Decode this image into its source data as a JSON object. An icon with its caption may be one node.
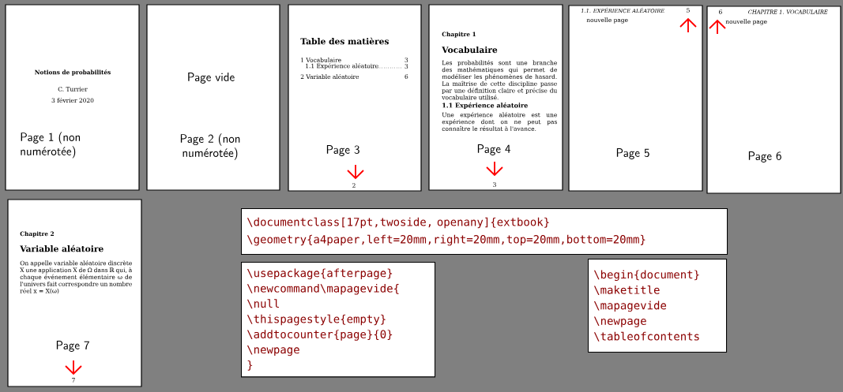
{
  "diagram": {
    "nodes": [
      {
        "text": [
          "Notions de probabilités",
          "C. Turrier",
          "3 février 2020",
          "Page 1 (non numérotée)"
        ]
      },
      {
        "text": [
          "Page vide",
          "Page 2 (non numérotée)"
        ]
      },
      {
        "text": [
          "Table des matières",
          "1 Vocabulaire",
          "3",
          "1.1 Expérience aléatoire",
          "3",
          "2 Variable aléatoire",
          "6",
          "Page 3",
          "2"
        ]
      },
      {
        "text": [
          "Chapitre 1",
          "Vocabulaire",
          "Les probabilités sont une branche des mathématiques qui permet de modéliser les phénomènes de hasard. La maîtrise de cette discipline passe par une définition claire et précise du vocabulaire utilisé.",
          "1.1 Expérience aléatoire",
          "Une expérience aléatoire est une expérience dont on ne peut pas connaître le résultat à l'avance.",
          "Page 4",
          "3"
        ]
      },
      {
        "text": [
          "1.1. EXPÉRIENCE ALÉATOIRE",
          "5",
          "nouvelle page",
          "Page 5"
        ]
      },
      {
        "text": [
          "6",
          "CHAPITRE 1. VOCABULAIRE",
          "nouvelle page",
          "Page 6"
        ]
      },
      {
        "text": [
          "Chapitre 2",
          "Variable aléatoire",
          "On appelle variable aléatoire discrète X une application X de Ω dans ℝ qui, à chaque événement élémentaire ω de l'univers fait correspondre un nombre réel x = X(ω)",
          "Page 7",
          "7"
        ]
      },
      {
        "text": [
          "\\documentclass[17pt,twoside, openany]{extbook}",
          "\\geometry{a4paper,left=20mm,right=20mm,top=20mm,bottom=20mm}"
        ]
      },
      {
        "text": [
          "\\usepackage{afterpage}",
          "\\newcommand\\mapagevide{",
          "\\null",
          "\\thispagestyle{empty}",
          "\\addtocounter{page}{0}",
          "\\newpage",
          "}"
        ]
      },
      {
        "text": [
          "\\begin{document}",
          "\\maketitle",
          "\\mapagevide",
          "\\newpage",
          "\\tableofcontents"
        ]
      }
    ]
  }
}
